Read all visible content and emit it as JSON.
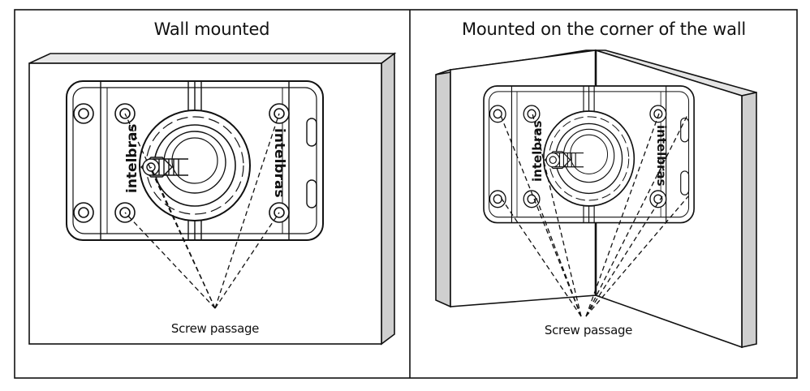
{
  "panels": {
    "left": {
      "title": "Wall mounted",
      "caption": "Screw passage",
      "brand_text": "intelbras"
    },
    "right": {
      "title": "Mounted on the corner of the wall",
      "caption": "Screw passage",
      "brand_text": "intelbras"
    }
  },
  "colors": {
    "line": "#111111",
    "wall_side": "#cfcfcf",
    "wall_face": "#ffffff"
  }
}
